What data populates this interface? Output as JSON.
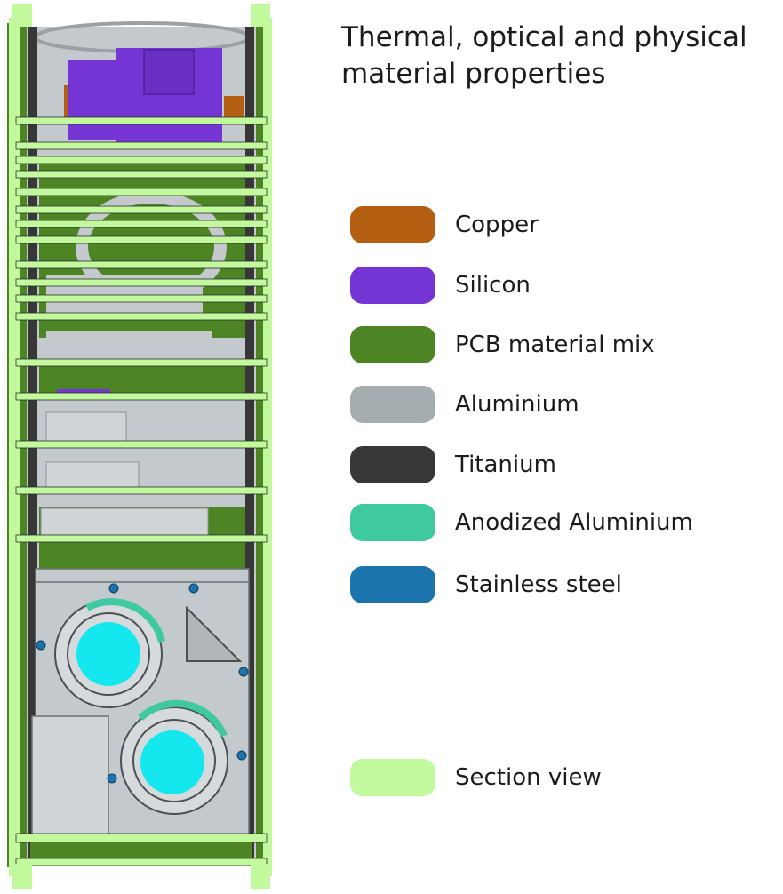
{
  "title": "Thermal, optical and physical\nmaterial properties",
  "legend": [
    {
      "label": "Copper",
      "color": "#b45f12"
    },
    {
      "label": "Silicon",
      "color": "#7535d4"
    },
    {
      "label": "PCB material mix",
      "color": "#4d8424"
    },
    {
      "label": "Aluminium",
      "color": "#a6adb1"
    },
    {
      "label": "Titanium",
      "color": "#373737"
    },
    {
      "label": "Anodized Aluminium",
      "color": "#3fc9a1"
    },
    {
      "label": "Stainless steel",
      "color": "#1b74ac"
    },
    {
      "label": "Section view",
      "color": "#c2f99c"
    }
  ]
}
